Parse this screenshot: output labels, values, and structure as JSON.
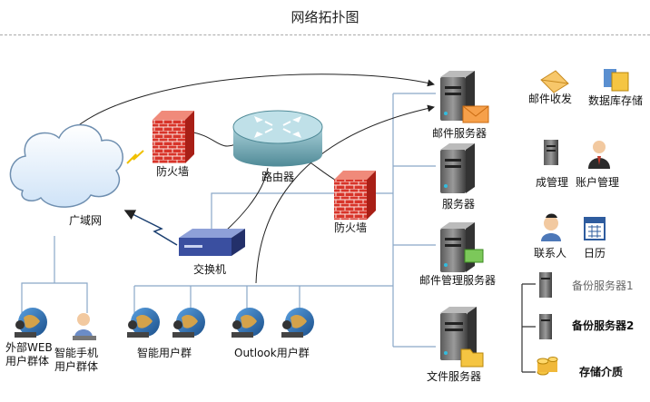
{
  "title": "网络拓扑图",
  "labels": {
    "firewall1": "防火墙",
    "router": "路由器",
    "firewall2": "防火墙",
    "wan": "广域网",
    "switch": "交换机",
    "mail_server": "邮件服务器",
    "server": "服务器",
    "mail_mgmt_server": "邮件管理服务器",
    "file_server": "文件服务器",
    "ext_web_1": "外部WEB",
    "ext_web_2": "用户群体",
    "mobile_1": "智能手机",
    "mobile_2": "用户群体",
    "smart_users": "智能用户群",
    "outlook_users": "Outlook用户群"
  },
  "legend": {
    "mail": "邮件收发",
    "db": "数据库存储",
    "manage": "成管理",
    "account": "账户管理",
    "contact": "联系人",
    "calendar": "日历",
    "backup1": "备份服务器1",
    "backup2": "备份服务器2",
    "storage": "存储介质"
  }
}
